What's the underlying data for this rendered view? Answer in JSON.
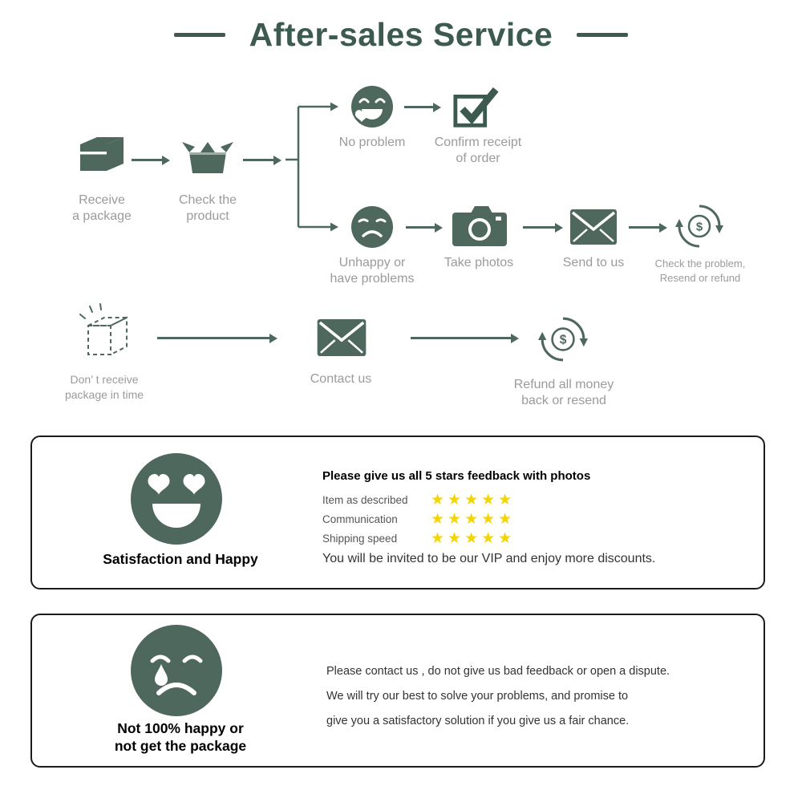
{
  "title": "After-sales Service",
  "colors": {
    "accent": "#4e685d",
    "title": "#3c5a4f",
    "label_gray": "#9b9b9b",
    "star_yellow": "#f5d500",
    "panel_border": "#1b1b1b"
  },
  "icons": {
    "dollar_sign": "$"
  },
  "flow1": {
    "receive": {
      "line1": "Receive",
      "line2": "a package"
    },
    "check": {
      "line1": "Check the",
      "line2": "product"
    },
    "no_problem": {
      "label": "No problem"
    },
    "confirm": {
      "line1": "Confirm receipt",
      "line2": "of order"
    },
    "unhappy": {
      "line1": "Unhappy or",
      "line2": "have problems"
    },
    "take_photos": {
      "label": "Take photos"
    },
    "send_to_us": {
      "label": "Send to us"
    },
    "check_problem": {
      "line1": "Check the problem,",
      "line2": "Resend or refund"
    }
  },
  "flow2": {
    "dont_receive": {
      "line1": "Don’ t receive",
      "line2": "package in time"
    },
    "contact_us": {
      "label": "Contact us"
    },
    "refund": {
      "line1": "Refund all money",
      "line2": "back or resend"
    }
  },
  "satisfaction": {
    "face_label": "Satisfaction and Happy",
    "heading": "Please give us all 5 stars feedback with photos",
    "stars": "★★★★★",
    "ratings": [
      {
        "label": "Item as described"
      },
      {
        "label": "Communication"
      },
      {
        "label": "Shipping speed"
      }
    ],
    "footer": "You will be invited to be our VIP and enjoy more discounts."
  },
  "unsatisfied": {
    "face_label_line1": "Not 100% happy or",
    "face_label_line2": "not get the package",
    "lines": [
      "Please contact us , do not give us bad feedback or open a dispute.",
      "We will try our best to solve your problems, and promise to",
      "give you a satisfactory solution if you give us a fair chance."
    ]
  }
}
